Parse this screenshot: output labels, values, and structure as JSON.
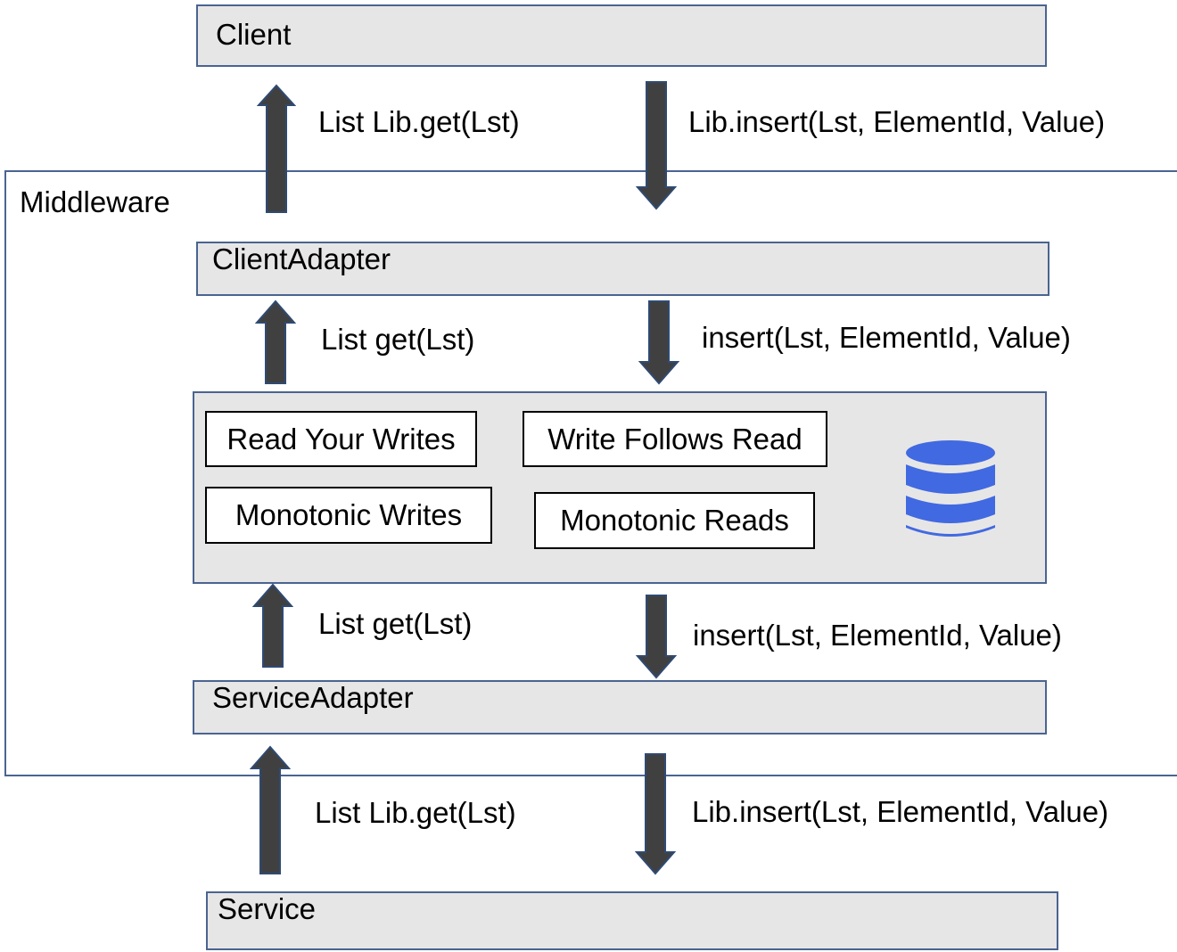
{
  "layers": {
    "client": "Client",
    "middleware": "Middleware",
    "client_adapter": "ClientAdapter",
    "service_adapter": "ServiceAdapter",
    "service": "Service"
  },
  "guarantees": {
    "read_your_writes": "Read Your Writes",
    "write_follows_read": "Write Follows Read",
    "monotonic_writes": "Monotonic Writes",
    "monotonic_reads": "Monotonic Reads"
  },
  "calls": {
    "client_get": "List Lib.get(Lst)",
    "client_insert": "Lib.insert(Lst, ElementId, Value)",
    "adapter_get": "List get(Lst)",
    "adapter_insert": "insert(Lst, ElementId, Value)",
    "core_get": "List get(Lst)",
    "core_insert": "insert(Lst, ElementId, Value)",
    "service_get": "List Lib.get(Lst)",
    "service_insert": "Lib.insert(Lst, ElementId, Value)"
  },
  "icons": {
    "storage": "database-icon"
  },
  "colors": {
    "box_fill": "#e7e6e6",
    "box_border": "#4a6491",
    "arrow": "#404040",
    "database": "#4169e1"
  }
}
